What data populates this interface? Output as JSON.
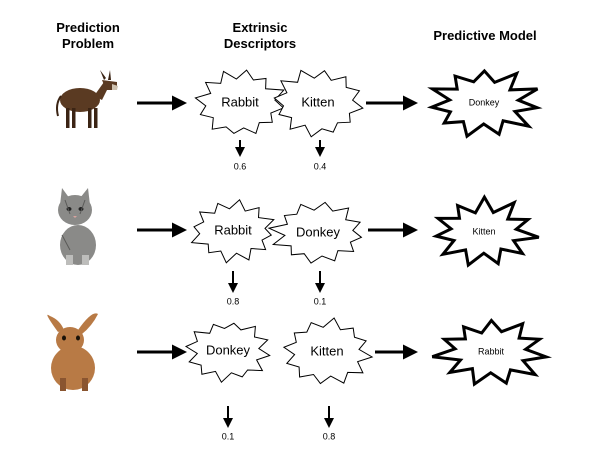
{
  "headers": {
    "problem": [
      "Prediction",
      "Problem"
    ],
    "descriptors": [
      "Extrinsic",
      "Descriptors"
    ],
    "model": "Predictive Model"
  },
  "rows": [
    {
      "animal": "donkey",
      "descriptors": [
        {
          "label": "Rabbit",
          "value": "0.6"
        },
        {
          "label": "Kitten",
          "value": "0.4"
        }
      ],
      "model_label": "Donkey"
    },
    {
      "animal": "kitten",
      "descriptors": [
        {
          "label": "Rabbit",
          "value": "0.8"
        },
        {
          "label": "Donkey",
          "value": "0.1"
        }
      ],
      "model_label": "Kitten"
    },
    {
      "animal": "rabbit",
      "descriptors": [
        {
          "label": "Donkey",
          "value": "0.1"
        },
        {
          "label": "Kitten",
          "value": "0.8"
        }
      ],
      "model_label": "Rabbit"
    }
  ]
}
